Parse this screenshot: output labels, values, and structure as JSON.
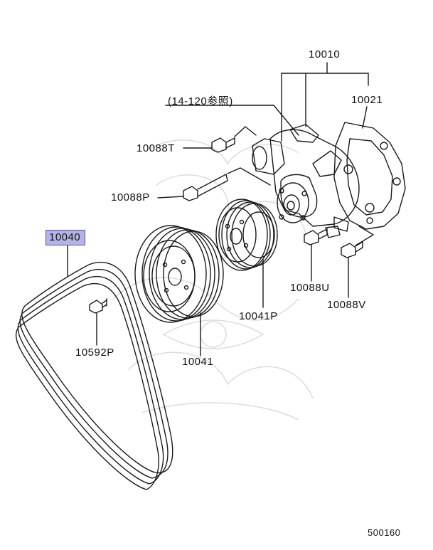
{
  "diagram": {
    "labels": {
      "water_pump_assembly": "10010",
      "reference_note": "(14-120参照)",
      "gasket": "10021",
      "bolt_t": "10088T",
      "bolt_p": "10088P",
      "v_belt": "10040",
      "pulley_p": "10041P",
      "bolt_u": "10088U",
      "bolt_v": "10088V",
      "bolt_10592p": "10592P",
      "pulley": "10041",
      "diagram_id": "500160"
    },
    "highlighted_part": "10040",
    "colors": {
      "line": "#1a1a1a",
      "highlight_fill": "#b3b3e6",
      "highlight_border": "#55559a",
      "watermark": "#d9d9d9"
    }
  }
}
